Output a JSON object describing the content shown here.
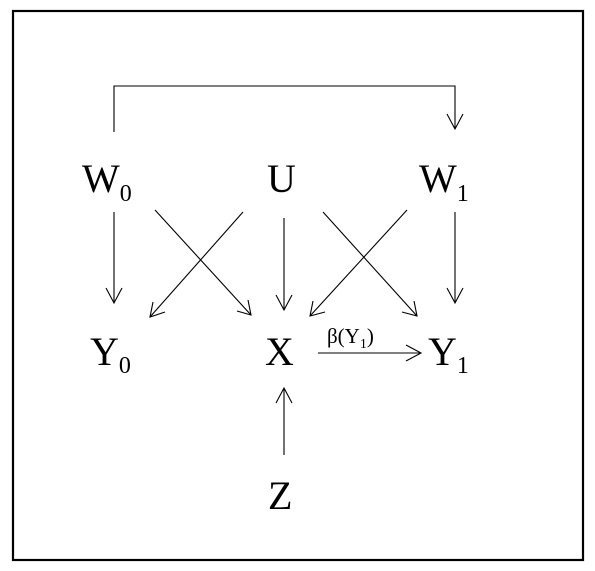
{
  "nodes": {
    "W0": {
      "main": "W",
      "sub": "0"
    },
    "U": {
      "main": "U",
      "sub": ""
    },
    "W1": {
      "main": "W",
      "sub": "1"
    },
    "Y0": {
      "main": "Y",
      "sub": "0"
    },
    "X": {
      "main": "X",
      "sub": ""
    },
    "Y1": {
      "main": "Y",
      "sub": "1"
    },
    "Z": {
      "main": "Z",
      "sub": ""
    }
  },
  "edge_label": {
    "prefix": "β(Y",
    "sub": "1",
    "suffix": ")"
  },
  "edges": [
    {
      "from": "W0",
      "to": "W1"
    },
    {
      "from": "W0",
      "to": "Y0"
    },
    {
      "from": "W0",
      "to": "X"
    },
    {
      "from": "U",
      "to": "Y0"
    },
    {
      "from": "U",
      "to": "X"
    },
    {
      "from": "U",
      "to": "Y1"
    },
    {
      "from": "W1",
      "to": "X"
    },
    {
      "from": "W1",
      "to": "Y1"
    },
    {
      "from": "X",
      "to": "Y1"
    },
    {
      "from": "Z",
      "to": "X"
    }
  ]
}
